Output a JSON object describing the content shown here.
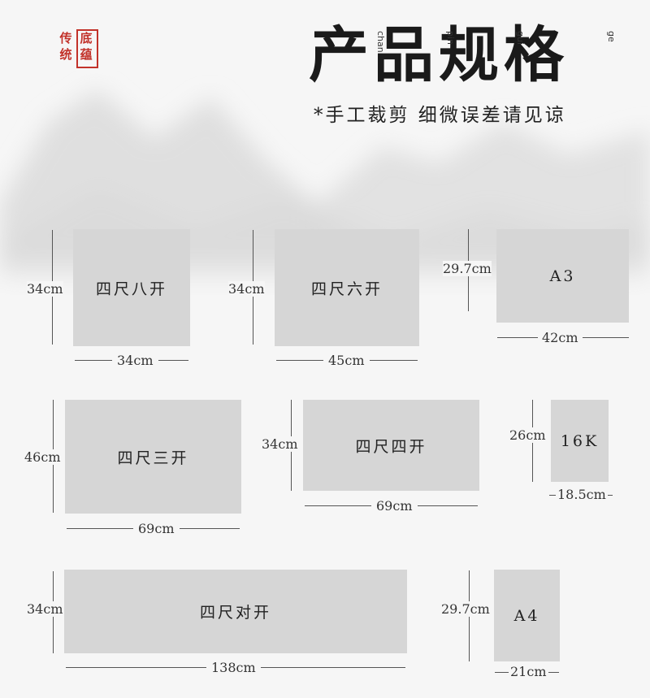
{
  "seal": {
    "chars": [
      "传",
      "统",
      "底",
      "蕴"
    ]
  },
  "header": {
    "title": "产品规格",
    "pinyin": [
      "chan",
      "pin",
      "gui",
      "ge"
    ],
    "subtitle": "*手工裁剪 细微误差请见谅"
  },
  "panels": [
    {
      "label": "四尺八开",
      "height": "34cm",
      "width": "34cm"
    },
    {
      "label": "四尺六开",
      "height": "34cm",
      "width": "45cm"
    },
    {
      "label": "A3",
      "height": "29.7cm",
      "width": "42cm"
    },
    {
      "label": "四尺三开",
      "height": "46cm",
      "width": "69cm"
    },
    {
      "label": "四尺四开",
      "height": "34cm",
      "width": "69cm"
    },
    {
      "label": "16K",
      "height": "26cm",
      "width": "18.5cm"
    },
    {
      "label": "四尺对开",
      "height": "34cm",
      "width": "138cm"
    },
    {
      "label": "A4",
      "height": "29.7cm",
      "width": "21cm"
    }
  ]
}
